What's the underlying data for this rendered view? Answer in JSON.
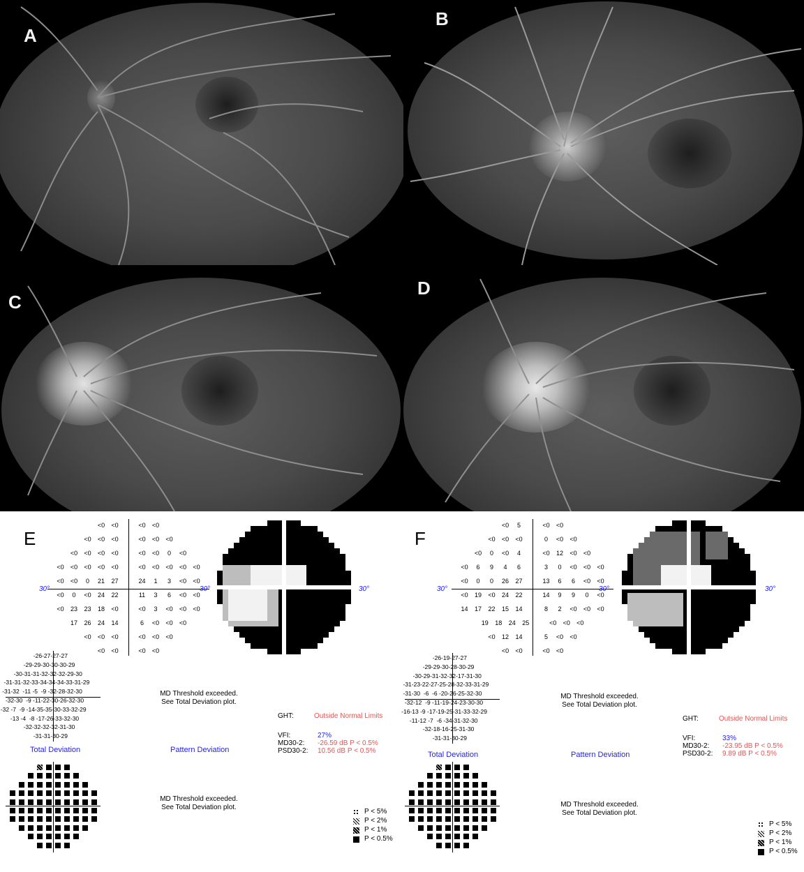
{
  "panels": {
    "A": {
      "letter": "A"
    },
    "B": {
      "letter": "B"
    },
    "C": {
      "letter": "C"
    },
    "D": {
      "letter": "D"
    },
    "E": {
      "letter": "E"
    },
    "F": {
      "letter": "F"
    }
  },
  "E": {
    "threshold_rows": [
      [
        "<0",
        "<0",
        "",
        "<0",
        "<0"
      ],
      [
        "<0",
        "<0",
        "<0",
        "",
        "<0",
        "<0",
        "<0"
      ],
      [
        "<0",
        "<0",
        "<0",
        "<0",
        "",
        "<0",
        "<0",
        "0",
        "<0"
      ],
      [
        "<0",
        "<0",
        "<0",
        "<0",
        "<0",
        "",
        "<0",
        "<0",
        "<0",
        "<0",
        "<0"
      ],
      [
        "<0",
        "<0",
        "0",
        "21",
        "27",
        "",
        "24",
        "1",
        "3",
        "<0",
        "<0"
      ],
      [
        "<0",
        "0",
        "<0",
        "24",
        "22",
        "",
        "11",
        "3",
        "6",
        "<0",
        "<0"
      ],
      [
        "<0",
        "23",
        "23",
        "18",
        "<0",
        "",
        "<0",
        "3",
        "<0",
        "<0",
        "<0"
      ],
      [
        "17",
        "26",
        "24",
        "14",
        "",
        "6",
        "<0",
        "<0",
        "<0"
      ],
      [
        "<0",
        "<0",
        "<0",
        "",
        "<0",
        "<0",
        "<0"
      ],
      [
        "<0",
        "<0",
        "",
        "<0",
        "<0"
      ]
    ],
    "deg_left": "30°",
    "deg_mid": "30°",
    "deg_right": "30°",
    "td_rows": [
      "-26-27-27-27",
      "-29-29-30-30-30-29",
      "-30-31-31-32-32-32-29-30",
      "-31-31-32-33-34-34-34-33-31-29",
      "-31-32  -11 -5  -9 -32-28-32-30",
      "-32-30  -9 -11-22-30-26-32-30",
      "-32 -7  -9 -14-35-35-30-33-32-29",
      "-13 -4  -8 -17-26-33-32-30",
      "-32-32-32-32-31-30",
      "-31-31-30-29"
    ],
    "total_deviation": "Total Deviation",
    "pattern_deviation": "Pattern Deviation",
    "md_msg_1": "MD Threshold exceeded.",
    "md_msg_2": "See Total Deviation plot.",
    "ght_label": "GHT:",
    "ght_value": "Outside Normal Limits",
    "vfi_label": "VFI:",
    "vfi_value": "27%",
    "md_label": "MD30-2:",
    "md_value": "-26.59 dB P < 0.5%",
    "psd_label": "PSD30-2:",
    "psd_value": "10.56 dB P < 0.5%",
    "legend": [
      "P < 5%",
      "P < 2%",
      "P < 1%",
      "P < 0.5%"
    ]
  },
  "F": {
    "threshold_rows": [
      [
        "<0",
        "5",
        "",
        "<0",
        "<0"
      ],
      [
        "<0",
        "<0",
        "<0",
        "",
        "0",
        "<0",
        "<0"
      ],
      [
        "<0",
        "0",
        "<0",
        "4",
        "",
        "<0",
        "12",
        "<0",
        "<0"
      ],
      [
        "<0",
        "6",
        "9",
        "4",
        "6",
        "",
        "3",
        "0",
        "<0",
        "<0",
        "<0"
      ],
      [
        "<0",
        "0",
        "0",
        "26",
        "27",
        "",
        "13",
        "6",
        "6",
        "<0",
        "<0"
      ],
      [
        "<0",
        "19",
        "<0",
        "24",
        "22",
        "",
        "14",
        "9",
        "9",
        "0",
        "<0"
      ],
      [
        "14",
        "17",
        "22",
        "15",
        "14",
        "",
        "8",
        "2",
        "<0",
        "<0",
        "<0"
      ],
      [
        "19",
        "18",
        "24",
        "25",
        "",
        "<0",
        "<0",
        "<0"
      ],
      [
        "<0",
        "12",
        "14",
        "",
        "5",
        "<0",
        "<0"
      ],
      [
        "<0",
        "<0",
        "",
        "<0",
        "<0"
      ]
    ],
    "deg_left": "30°",
    "deg_mid": "30°",
    "deg_right": "30°",
    "td_rows": [
      "-26-19-27-27",
      "-29-29-30-28-30-29",
      "-30-29-31-32-32-17-31-30",
      "-31-23-22-27-25-28-32-33-31-29",
      "-31-30  -6  -6 -20-26-25-32-30",
      "-32-12  -9 -11-19-24-23-30-30",
      "-16-13 -9 -17-19-25-31-33-32-29",
      "-11-12 -7  -6 -34-31-32-30",
      "-32-18-16-25-31-30",
      "-31-31-30-29"
    ],
    "total_deviation": "Total Deviation",
    "pattern_deviation": "Pattern Deviation",
    "md_msg_1": "MD Threshold exceeded.",
    "md_msg_2": "See Total Deviation plot.",
    "ght_label": "GHT:",
    "ght_value": "Outside Normal Limits",
    "vfi_label": "VFI:",
    "vfi_value": "33%",
    "md_label": "MD30-2:",
    "md_value": "-23.95 dB P < 0.5%",
    "psd_label": "PSD30-2:",
    "psd_value": "9.89 dB P < 0.5%",
    "legend": [
      "P < 5%",
      "P < 2%",
      "P < 1%",
      "P < 0.5%"
    ]
  },
  "colors": {
    "blue_text": "#2222ee",
    "red_text": "#e05555",
    "photo_bg": "#000000"
  }
}
